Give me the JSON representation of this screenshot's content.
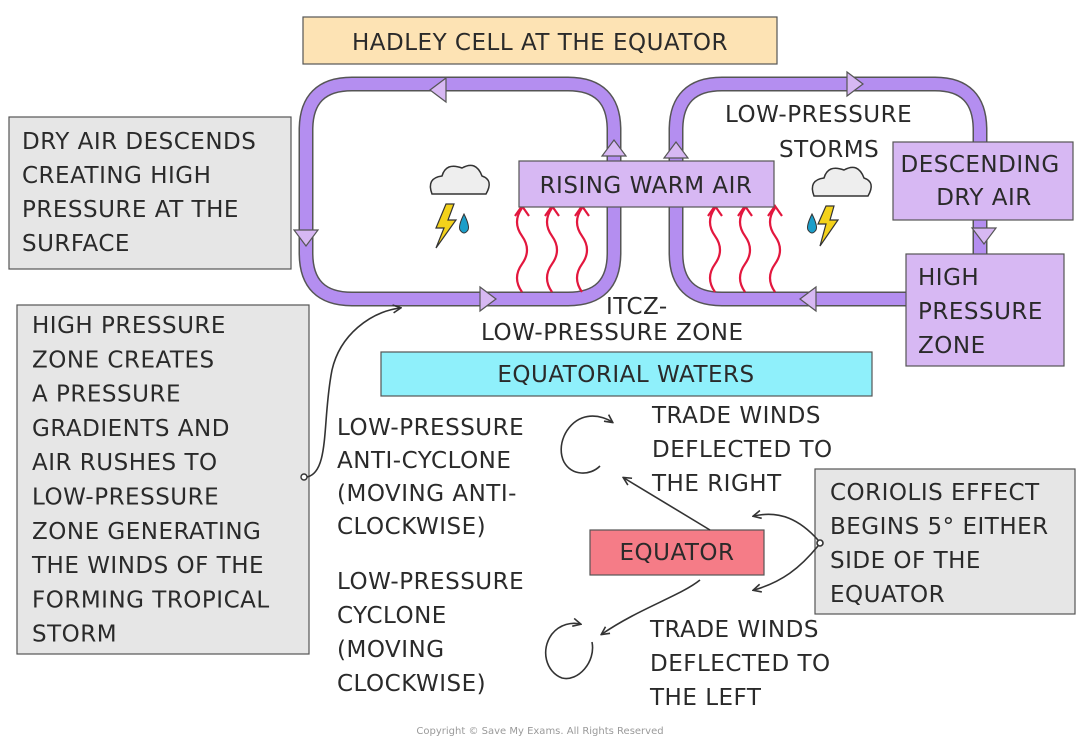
{
  "title": "HADLEY CELL AT THE EQUATOR",
  "labels": {
    "rising_warm_air": "RISING WARM AIR",
    "descending_dry_air": [
      "DESCENDING",
      "DRY AIR"
    ],
    "high_pressure_zone": [
      "HIGH",
      "PRESSURE",
      "ZONE"
    ],
    "low_pressure_storms": [
      "LOW-PRESSURE",
      "STORMS"
    ],
    "itcz": [
      "ITCZ-",
      "LOW-PRESSURE ZONE"
    ],
    "equatorial_waters": "EQUATORIAL WATERS",
    "equator": "EQUATOR",
    "dry_air_descends": [
      "DRY AIR DESCENDS",
      "CREATING HIGH",
      "PRESSURE AT THE",
      "SURFACE"
    ],
    "high_pressure_gradients": [
      "HIGH PRESSURE",
      "ZONE CREATES",
      "A PRESSURE",
      "GRADIENTS AND",
      "AIR RUSHES TO",
      "LOW-PRESSURE",
      "ZONE GENERATING",
      "THE WINDS OF THE",
      "FORMING TROPICAL",
      "STORM"
    ],
    "anti_cyclone": [
      "LOW-PRESSURE",
      "ANTI-CYCLONE",
      "(MOVING ANTI-",
      "CLOCKWISE)"
    ],
    "cyclone": [
      "LOW-PRESSURE",
      "CYCLONE",
      "(MOVING",
      "CLOCKWISE)"
    ],
    "trade_winds_right": [
      "TRADE WINDS",
      "DEFLECTED TO",
      "THE RIGHT"
    ],
    "trade_winds_left": [
      "TRADE WINDS",
      "DEFLECTED TO",
      "THE LEFT"
    ],
    "coriolis": [
      "CORIOLIS EFFECT",
      "BEGINS 5° EITHER",
      "SIDE OF THE",
      "EQUATOR"
    ]
  },
  "copyright": "Copyright © Save My Exams. All Rights Reserved",
  "colors": {
    "title_box": "#fde3b4",
    "purple_box": "#d7b8f3",
    "cell_loop": "#b48ef0",
    "grey_box": "#e6e6e6",
    "water_box": "#8ff0fb",
    "equator_box": "#f57c87",
    "heat_waves": "#e3173e",
    "cloud": "#eeeeee",
    "lightning": "#f4d21a",
    "rain": "#1c9ec9"
  },
  "icons": [
    "cloud-icon",
    "lightning-icon",
    "raindrop-icon",
    "heat-wave-icon"
  ]
}
